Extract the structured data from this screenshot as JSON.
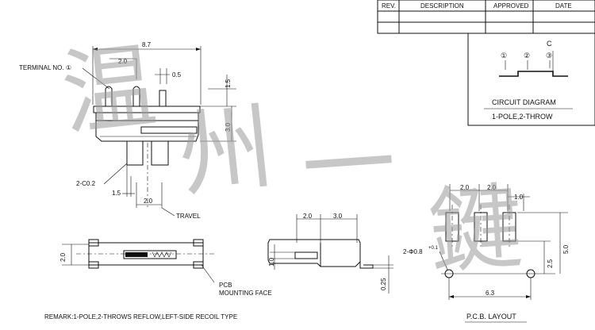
{
  "title_block": {
    "headers": [
      "REV.",
      "DESCRIPTION",
      "APPROVED",
      "DATE"
    ]
  },
  "circuit": {
    "terminal_c": "C",
    "pins": [
      "①",
      "②",
      "③"
    ],
    "title": "CIRCUIT DIAGRAM",
    "subtitle": "1-POLE,2-THROW"
  },
  "front_view": {
    "terminal_label": "TERMINAL NO. ①",
    "dim_total_width": "8.7",
    "dim_pin_pitch": "2.0",
    "dim_pin_width": "0.5",
    "dim_pin_height": "1.5",
    "dim_body_height": "3.0",
    "dim_chamfer": "2-C0.2",
    "dim_actuator": "1.5",
    "dim_travel": "2.0",
    "travel_label": "TRAVEL"
  },
  "bottom_view": {
    "dim_height": "2.0",
    "pcb_label_1": "PCB",
    "pcb_label_2": "MOUNTING FACE"
  },
  "side_view": {
    "dim_a": "2.0",
    "dim_b": "3.0",
    "dim_height": "1.0",
    "dim_thickness": "0.25"
  },
  "pcb_layout": {
    "dim_pitch_1": "2.0",
    "dim_pitch_2": "2.0",
    "dim_pad": "1.0",
    "dim_hole": "2-Φ0.8",
    "dim_hole_tol": "+0.1",
    "dim_height": "5.0",
    "dim_offset": "2.5",
    "dim_width": "6.3",
    "title": "P.C.B. LAYOUT"
  },
  "remark": "REMARK:1-POLE,2-THROWS REFLOW,LEFT-SIDE RECOIL TYPE",
  "watermark": [
    "温",
    "州",
    "一",
    "鍵"
  ]
}
